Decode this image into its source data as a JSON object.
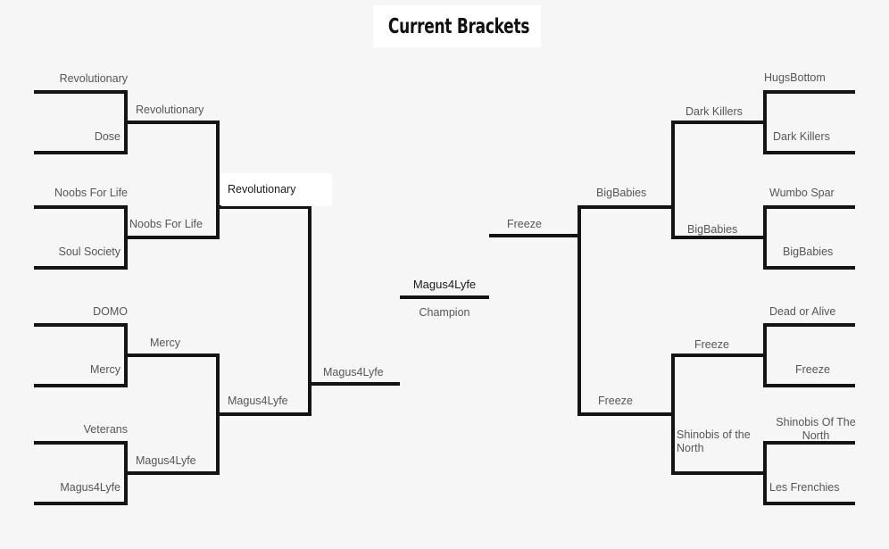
{
  "header": {
    "title": "Current Brackets"
  },
  "theme": {
    "background": "#f6f6f6",
    "line_color": "#141414",
    "label_color": "#565656",
    "highlight_background": "#ffffff"
  },
  "champion": {
    "name": "Magus4Lyfe",
    "caption": "Champion"
  },
  "left_half": {
    "round1": [
      {
        "top": "Revolutionary",
        "bottom": "Dose"
      },
      {
        "top": "Noobs For Life",
        "bottom": "Soul Society"
      },
      {
        "top": "DOMO",
        "bottom": "Mercy"
      },
      {
        "top": "Veterans",
        "bottom": "Magus4Lyfe"
      }
    ],
    "round2": [
      {
        "top": "Revolutionary",
        "bottom": "Noobs For Life"
      },
      {
        "top": "Mercy",
        "bottom": "Magus4Lyfe"
      }
    ],
    "round3": [
      {
        "top": "Revolutionary",
        "bottom": "Magus4Lyfe"
      }
    ],
    "final": "Magus4Lyfe"
  },
  "right_half": {
    "round1": [
      {
        "top": "HugsBottom",
        "bottom": "Dark Killers"
      },
      {
        "top": "Wumbo Spar",
        "bottom": "BigBabies"
      },
      {
        "top": "Dead or Alive",
        "bottom": "Freeze"
      },
      {
        "top": "Shinobis Of The North",
        "bottom": "Les Frenchies"
      }
    ],
    "round2": [
      {
        "top": "Dark Killers",
        "bottom": "BigBabies"
      },
      {
        "top": "Freeze",
        "bottom": "Shinobis of the North"
      }
    ],
    "round3": [
      {
        "top": "BigBabies",
        "bottom": "Freeze"
      }
    ],
    "final": "Freeze"
  }
}
